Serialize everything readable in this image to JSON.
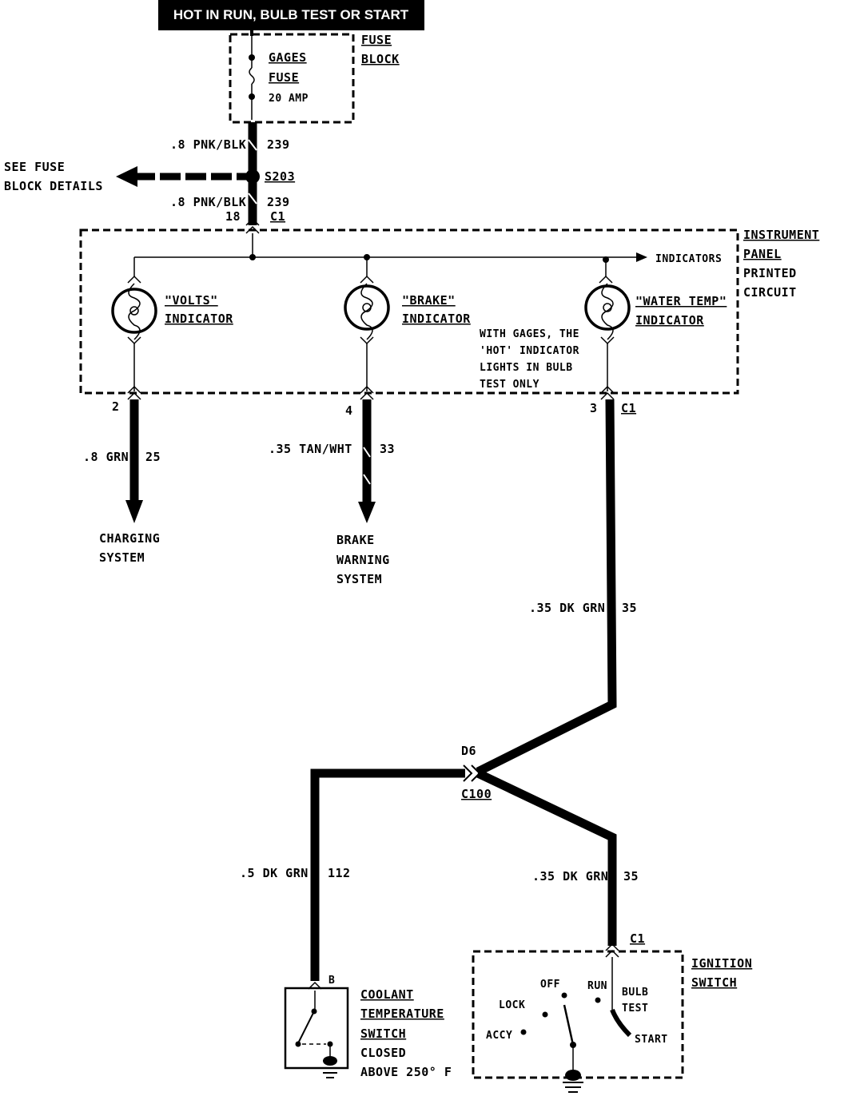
{
  "header": {
    "title": "HOT IN RUN, BULB TEST OR START"
  },
  "fuse_block": {
    "label_line1": "FUSE",
    "label_line2": "BLOCK",
    "fuse_name_line1": "GAGES",
    "fuse_name_line2": "FUSE",
    "fuse_rating": "20 AMP"
  },
  "wire_top": {
    "size": ".8 PNK/BLK",
    "circuit": "239"
  },
  "see_fuse": {
    "line1": "SEE FUSE",
    "line2": "BLOCK DETAILS"
  },
  "splice": {
    "label": "S203"
  },
  "wire_mid": {
    "size": ".8 PNK/BLK",
    "circuit": "239"
  },
  "connector_c1_top": {
    "pin": "18",
    "name": "C1"
  },
  "instrument_panel": {
    "label_line1": "INSTRUMENT",
    "label_line2": "PANEL",
    "label_line3": "PRINTED",
    "label_line4": "CIRCUIT",
    "indicators_label": "INDICATORS"
  },
  "indicators": {
    "volts_line1": "\"VOLTS\"",
    "volts_line2": "INDICATOR",
    "brake_line1": "\"BRAKE\"",
    "brake_line2": "INDICATOR",
    "water_line1": "\"WATER TEMP\"",
    "water_line2": "INDICATOR"
  },
  "note": {
    "line1": "WITH GAGES, THE",
    "line2": "'HOT' INDICATOR",
    "line3": "LIGHTS IN BULB",
    "line4": "TEST ONLY"
  },
  "pins": {
    "volts": "2",
    "brake": "4",
    "water": "3",
    "water_conn": "C1"
  },
  "wire_volts": {
    "size": ".8 GRN",
    "circuit": "25"
  },
  "wire_brake": {
    "size": ".35 TAN/WHT",
    "circuit": "33"
  },
  "charging": {
    "line1": "CHARGING",
    "line2": "SYSTEM"
  },
  "brake_warning": {
    "line1": "BRAKE",
    "line2": "WARNING",
    "line3": "SYSTEM"
  },
  "wire_water": {
    "size": ".35 DK GRN",
    "circuit": "35"
  },
  "c100": {
    "pin": "D6",
    "name": "C100"
  },
  "wire_coolant": {
    "size": ".5 DK GRN",
    "circuit": "112"
  },
  "wire_ign": {
    "size": ".35 DK GRN",
    "circuit": "35"
  },
  "coolant_switch": {
    "pin": "B",
    "line1": "COOLANT",
    "line2": "TEMPERATURE",
    "line3": "SWITCH",
    "line4": "CLOSED",
    "line5": "ABOVE 250° F"
  },
  "ignition": {
    "conn": "C1",
    "label_line1": "IGNITION",
    "label_line2": "SWITCH",
    "off": "OFF",
    "run": "RUN",
    "bulb": "BULB",
    "test": "TEST",
    "lock": "LOCK",
    "accy": "ACCY",
    "start": "START"
  }
}
